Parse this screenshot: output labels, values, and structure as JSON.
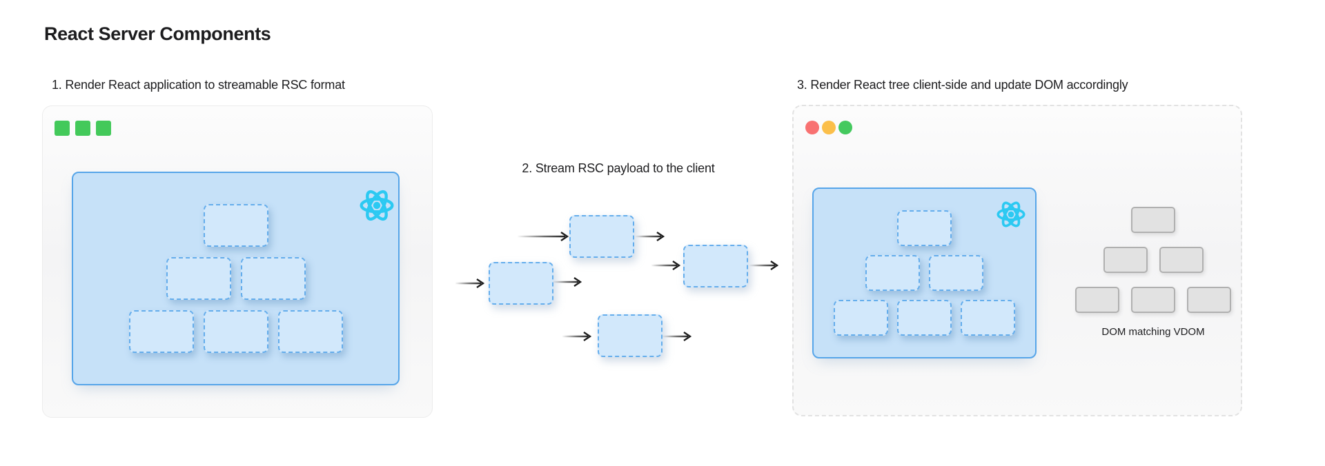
{
  "page": {
    "title": "React Server Components"
  },
  "steps": {
    "step1": "1. Render React application to streamable RSC format",
    "step2": "2. Stream RSC payload to the client",
    "step3": "3. Render React tree client-side and update DOM accordingly"
  },
  "server_window": {
    "controls": "three-green-squares",
    "panel": "react-vdom-tree",
    "tree_rows": [
      1,
      2,
      3
    ]
  },
  "stream": {
    "chunk_count": 4,
    "arrow_count": 8
  },
  "client_window": {
    "controls": [
      "close",
      "minimize",
      "maximize"
    ],
    "panel": "react-vdom-tree",
    "tree_rows": [
      1,
      2,
      3
    ],
    "dom_tree_rows": [
      1,
      2,
      3
    ],
    "dom_tree_caption": "DOM matching VDOM"
  },
  "icons": {
    "react_logo": "react-logo-icon",
    "server_controls": "square-window-control-icon",
    "client_controls": "traffic-light-window-control-icon",
    "arrows": "flow-arrow-icon"
  },
  "colors": {
    "title_text": "#1c1c1e",
    "label_text": "#1c1c1e",
    "server_control_green": "#43c95a",
    "client_control_red": "#f87171",
    "client_control_amber": "#fbbf4a",
    "client_control_green": "#44c95e",
    "react_logo_cyan": "#2bc9f2",
    "vdom_panel_fill": "#c6e1f8",
    "vdom_panel_border": "#56a5e9",
    "vdom_node_fill": "#d2e8fb",
    "vdom_node_border": "#64adec",
    "dom_node_fill": "#e2e2e2",
    "dom_node_border": "#b0b0b0",
    "arrow_stroke": "#1d1d1d",
    "card_border": "#ececec",
    "card_dashed_border": "#e2e2e2"
  }
}
